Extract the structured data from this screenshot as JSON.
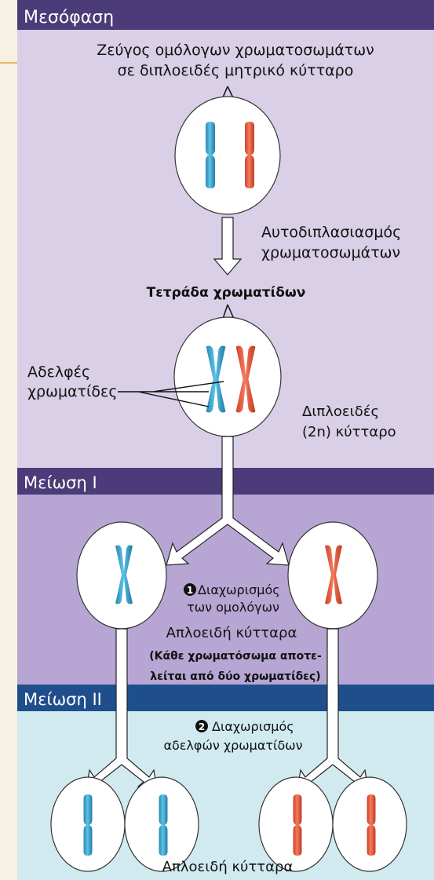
{
  "colors": {
    "page_bg": "#f6f1e3",
    "accent_line": "#e8b75a",
    "interphase_bg": "#d9cfe6",
    "interphase_header": "#4b3b78",
    "meiosis1_bg": "#b7a6d3",
    "meiosis1_header": "#4b3b78",
    "meiosis2_bg": "#d1eaf0",
    "meiosis2_header": "#1f4e8c",
    "blue_chromosome": "#3aa0c8",
    "red_chromosome": "#e8573a",
    "cell_fill": "#ffffff"
  },
  "sections": {
    "interphase": "Μεσόφαση",
    "meiosis1": "Μείωση I",
    "meiosis2": "Μείωση II"
  },
  "labels": {
    "homologous_pair_line1": "Ζεύγος ομόλογων χρωματοσωμάτων",
    "homologous_pair_line2": "σε διπλοειδές μητρικό κύτταρο",
    "replication_line1": "Αυτοδιπλασιασμός",
    "replication_line2": "χρωματοσωμάτων",
    "tetrad": "Τετράδα χρωματίδων",
    "sister_chromatids_line1": "Αδελφές",
    "sister_chromatids_line2": "χρωματίδες",
    "diploid_line1": "Διπλοειδές",
    "diploid_line2": "(2n) κύτταρο",
    "step1_number": "1",
    "step1_line1": "Διαχωρισμός",
    "step1_line2": "των ομολόγων",
    "haploid_cells": "Απλοειδή κύτταρα",
    "haploid_note_line1": "(Κάθε χρωματόσωμα αποτε-",
    "haploid_note_line2": "λείται από δύο χρωματίδες)",
    "step2_number": "2",
    "step2_line1": "Διαχωρισμός",
    "step2_line2": "αδελφών χρωματίδων",
    "final_haploid": "Απλοειδή κύτταρα"
  }
}
